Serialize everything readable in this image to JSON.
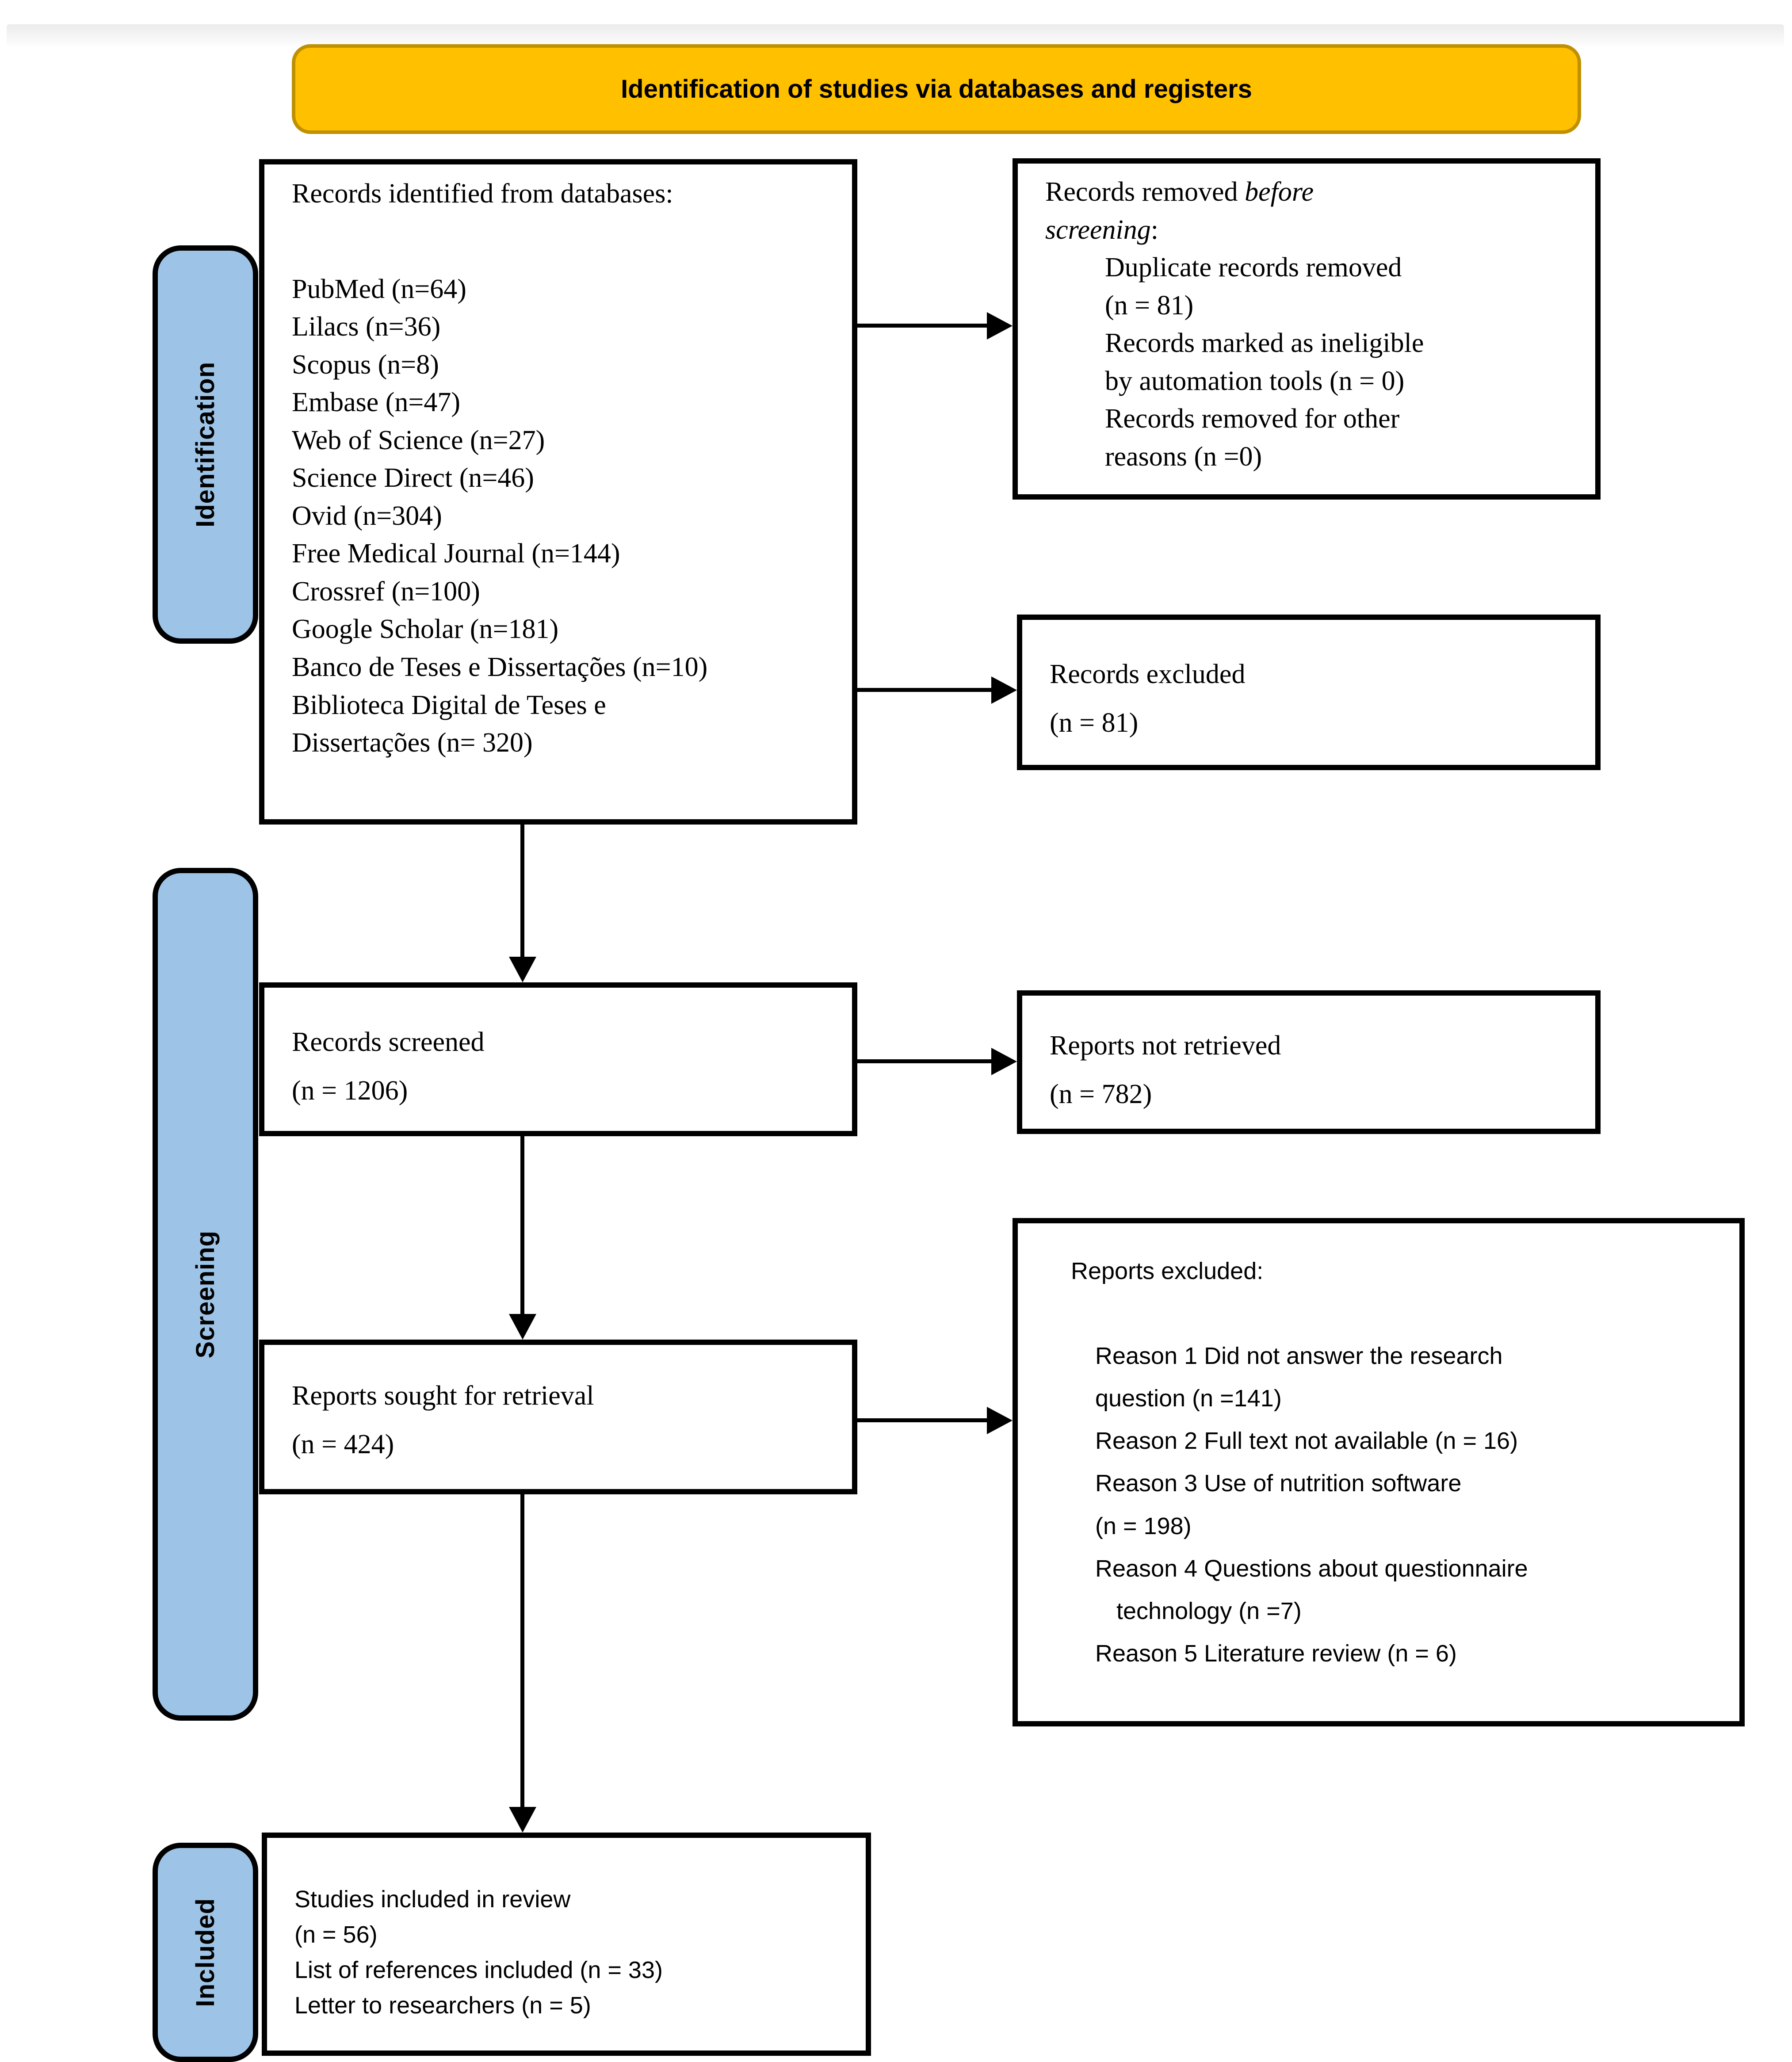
{
  "figure": {
    "type": "PRISMA flow diagram"
  },
  "colors": {
    "header_fill": "#FFC000",
    "header_border": "#BF9000",
    "stage_fill": "#9DC3E6",
    "box_border": "#000000"
  },
  "header": {
    "title": "Identification of studies via databases and registers"
  },
  "stages": {
    "identification": "Identification",
    "screening": "Screening",
    "included": "Included"
  },
  "boxes": {
    "records_identified": {
      "title": "Records identified from databases:",
      "items": [
        "PubMed (n=64)",
        "Lilacs (n=36)",
        "Scopus (n=8)",
        "Embase (n=47)",
        "Web of Science (n=27)",
        "Science Direct (n=46)",
        "Ovid (n=304)",
        "Free Medical Journal (n=144)",
        "Crossref (n=100)",
        "Google Scholar (n=181)",
        "Banco de Teses e Dissertações (n=10)",
        "Biblioteca Digital de Teses e\nDissertações (n= 320)"
      ]
    },
    "records_removed": {
      "title_line1_pre": "Records removed ",
      "title_line1_italic": "before",
      "title_line2_italic": "screening",
      "title_line2_suffix": ":",
      "items": [
        "Duplicate records removed\n(n = 81)",
        "Records marked as ineligible\nby automation tools (n = 0)",
        "Records removed for other\nreasons (n =0)"
      ]
    },
    "records_excluded": {
      "line1": "Records excluded",
      "line2": "(n = 81)"
    },
    "records_screened": {
      "line1": "Records screened",
      "line2": "(n = 1206)"
    },
    "reports_not_retrieved": {
      "line1": "Reports not retrieved",
      "line2": "(n = 782)"
    },
    "reports_sought": {
      "line1": "Reports sought for retrieval",
      "line2": "(n = 424)"
    },
    "reports_excluded": {
      "title": "Reports excluded:",
      "items": [
        "Reason 1 Did not answer the research\nquestion (n =141)",
        "Reason 2 Full text not available (n = 16)",
        "Reason 3 Use of nutrition software\n(n = 198)",
        "Reason 4 Questions about questionnaire\ntechnology (n =7)",
        "Reason 5 Literature review (n = 6)"
      ]
    },
    "studies_included": {
      "line1": "Studies included in review",
      "line2": "(n = 56)",
      "line3": "List of references included (n = 33)",
      "line4": "Letter to researchers (n = 5)"
    }
  }
}
